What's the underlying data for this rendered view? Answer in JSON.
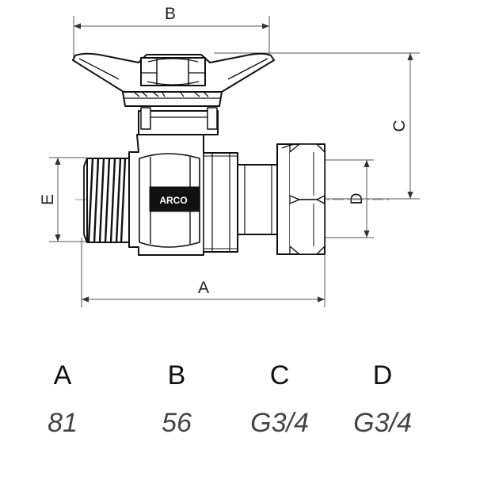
{
  "drawing": {
    "brand_text": "ARCO",
    "dimension_labels": {
      "a": "A",
      "b": "B",
      "c": "C",
      "d": "D",
      "e": "E"
    }
  },
  "table": {
    "headers": [
      "A",
      "B",
      "C",
      "D"
    ],
    "values": [
      "81",
      "56",
      "G3/4",
      "G3/4"
    ]
  }
}
